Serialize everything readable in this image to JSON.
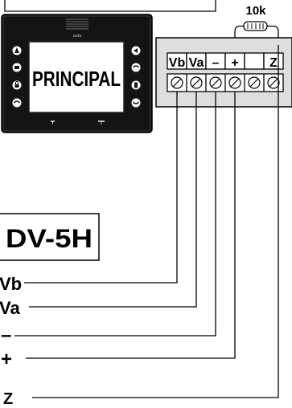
{
  "resistor": {
    "value": "10k"
  },
  "panel": {
    "screen_text": "PRINCIPAL",
    "brand": "auta"
  },
  "terminal_block": {
    "labels": [
      "Vb",
      "Va",
      "–",
      "+",
      "",
      "Z"
    ]
  },
  "device": {
    "name": "DV-5H"
  },
  "wires": {
    "labels": [
      "Vb",
      "Va",
      "–",
      "+",
      "Z"
    ]
  }
}
